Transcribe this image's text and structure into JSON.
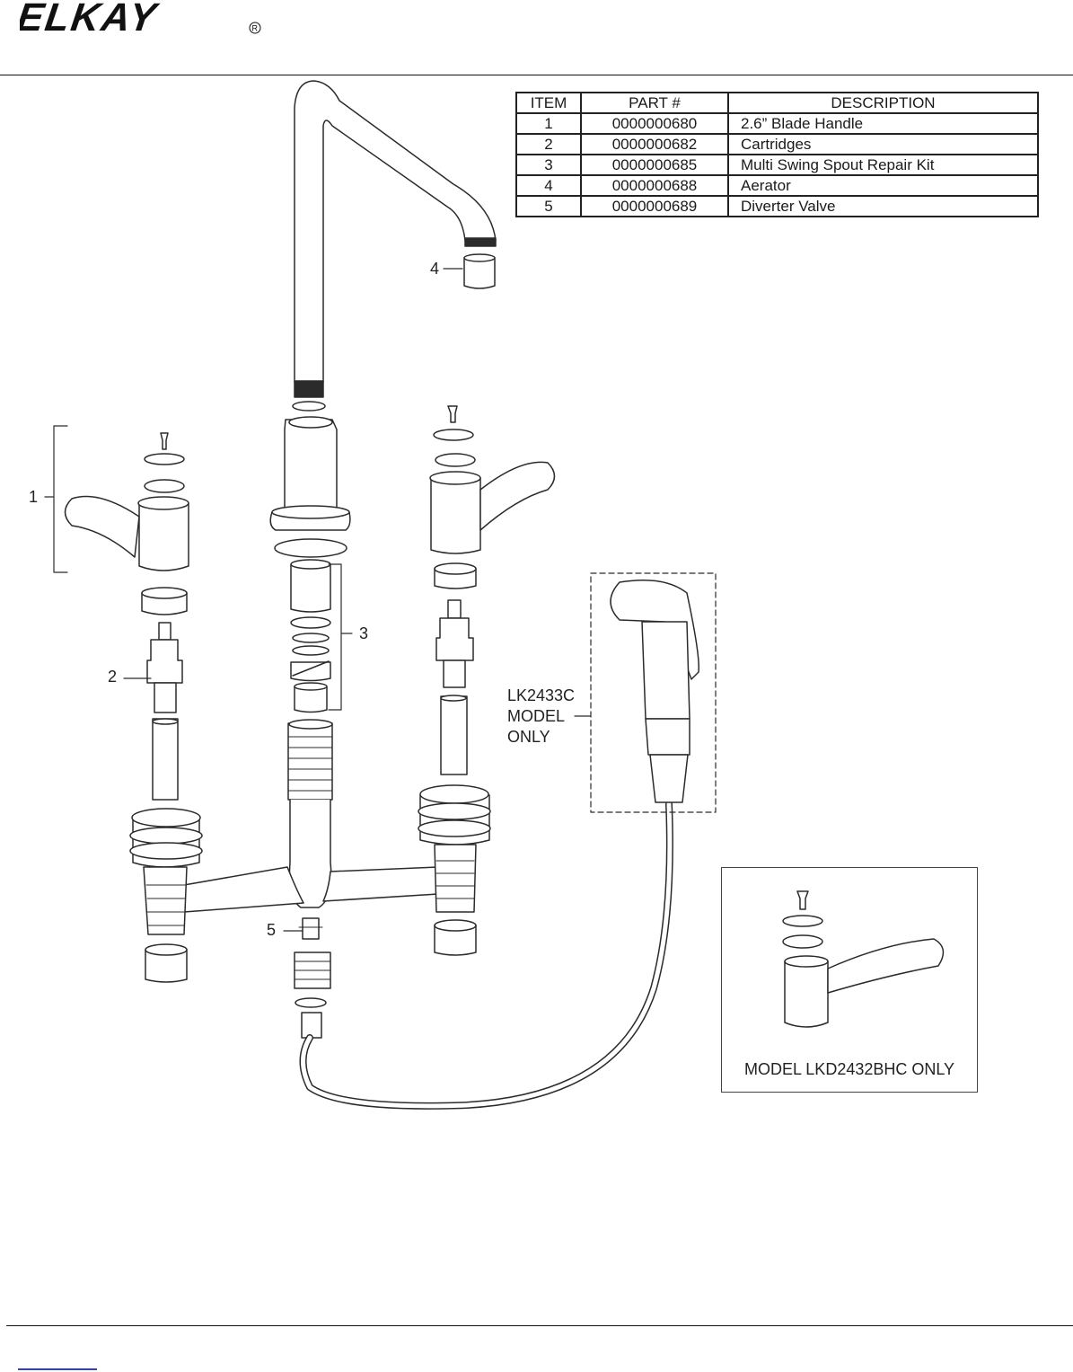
{
  "brand": {
    "logo_text": "ELKAY",
    "registered_mark": "®"
  },
  "parts_table": {
    "headers": {
      "item": "ITEM",
      "part": "PART #",
      "description": "DESCRIPTION"
    },
    "rows": [
      {
        "item": "1",
        "part": "0000000680",
        "description": "2.6” Blade Handle"
      },
      {
        "item": "2",
        "part": "0000000682",
        "description": "Cartridges"
      },
      {
        "item": "3",
        "part": "0000000685",
        "description": "Multi Swing Spout Repair Kit"
      },
      {
        "item": "4",
        "part": "0000000688",
        "description": "Aerator"
      },
      {
        "item": "5",
        "part": "0000000689",
        "description": "Diverter Valve"
      }
    ]
  },
  "callouts": {
    "c1": "1",
    "c2": "2",
    "c3": "3",
    "c4": "4",
    "c5": "5"
  },
  "notes": {
    "sprayer_line1": "LK2433C",
    "sprayer_line2": "MODEL",
    "sprayer_line3": "ONLY",
    "inset_caption": "MODEL LKD2432BHC ONLY"
  },
  "colors": {
    "line": "#2b2b2b",
    "fill": "#ffffff",
    "link": "#2a3fd6"
  }
}
